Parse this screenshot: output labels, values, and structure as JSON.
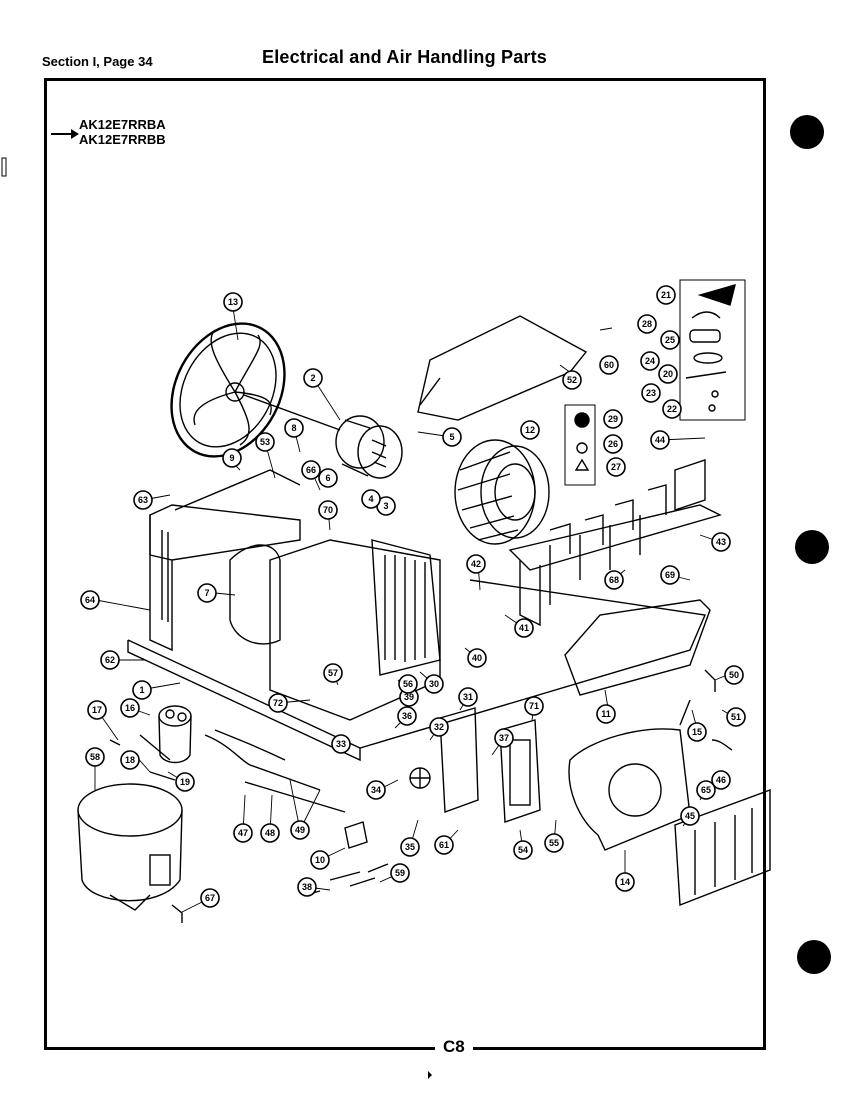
{
  "header": {
    "section": "Section I, Page 34",
    "title": "Electrical and Air Handling Parts"
  },
  "models": [
    "AK12E7RRBA",
    "AK12E7RRBB"
  ],
  "page_code": "C8",
  "callouts": [
    {
      "id": "c1",
      "label": "1"
    },
    {
      "id": "c2",
      "label": "2"
    },
    {
      "id": "c3",
      "label": "3"
    },
    {
      "id": "c4",
      "label": "4"
    },
    {
      "id": "c5",
      "label": "5"
    },
    {
      "id": "c6",
      "label": "6"
    },
    {
      "id": "c7",
      "label": "7"
    },
    {
      "id": "c8",
      "label": "8"
    },
    {
      "id": "c9",
      "label": "9"
    },
    {
      "id": "c10",
      "label": "10"
    },
    {
      "id": "c11",
      "label": "11"
    },
    {
      "id": "c12",
      "label": "12"
    },
    {
      "id": "c13",
      "label": "13"
    },
    {
      "id": "c14",
      "label": "14"
    },
    {
      "id": "c15",
      "label": "15"
    },
    {
      "id": "c16",
      "label": "16"
    },
    {
      "id": "c17",
      "label": "17"
    },
    {
      "id": "c18",
      "label": "18"
    },
    {
      "id": "c19",
      "label": "19"
    },
    {
      "id": "c20",
      "label": "20"
    },
    {
      "id": "c21",
      "label": "21"
    },
    {
      "id": "c22",
      "label": "22"
    },
    {
      "id": "c23",
      "label": "23"
    },
    {
      "id": "c24",
      "label": "24"
    },
    {
      "id": "c25",
      "label": "25"
    },
    {
      "id": "c26",
      "label": "26"
    },
    {
      "id": "c27",
      "label": "27"
    },
    {
      "id": "c28",
      "label": "28"
    },
    {
      "id": "c29",
      "label": "29"
    },
    {
      "id": "c30",
      "label": "30"
    },
    {
      "id": "c31",
      "label": "31"
    },
    {
      "id": "c32",
      "label": "32"
    },
    {
      "id": "c33",
      "label": "33"
    },
    {
      "id": "c34",
      "label": "34"
    },
    {
      "id": "c35",
      "label": "35"
    },
    {
      "id": "c36",
      "label": "36"
    },
    {
      "id": "c37",
      "label": "37"
    },
    {
      "id": "c38",
      "label": "38"
    },
    {
      "id": "c39",
      "label": "39"
    },
    {
      "id": "c40",
      "label": "40"
    },
    {
      "id": "c41",
      "label": "41"
    },
    {
      "id": "c42",
      "label": "42"
    },
    {
      "id": "c43",
      "label": "43"
    },
    {
      "id": "c44",
      "label": "44"
    },
    {
      "id": "c45",
      "label": "45"
    },
    {
      "id": "c46",
      "label": "46"
    },
    {
      "id": "c47",
      "label": "47"
    },
    {
      "id": "c48",
      "label": "48"
    },
    {
      "id": "c49",
      "label": "49"
    },
    {
      "id": "c50",
      "label": "50"
    },
    {
      "id": "c51",
      "label": "51"
    },
    {
      "id": "c52",
      "label": "52"
    },
    {
      "id": "c53",
      "label": "53"
    },
    {
      "id": "c54",
      "label": "54"
    },
    {
      "id": "c55",
      "label": "55"
    },
    {
      "id": "c56",
      "label": "56"
    },
    {
      "id": "c57",
      "label": "57"
    },
    {
      "id": "c58",
      "label": "58"
    },
    {
      "id": "c59",
      "label": "59"
    },
    {
      "id": "c60",
      "label": "60"
    },
    {
      "id": "c61",
      "label": "61"
    },
    {
      "id": "c62",
      "label": "62"
    },
    {
      "id": "c63",
      "label": "63"
    },
    {
      "id": "c64",
      "label": "64"
    },
    {
      "id": "c65",
      "label": "65"
    },
    {
      "id": "c66",
      "label": "66"
    },
    {
      "id": "c67",
      "label": "67"
    },
    {
      "id": "c68",
      "label": "68"
    },
    {
      "id": "c69",
      "label": "69"
    },
    {
      "id": "c70",
      "label": "70"
    },
    {
      "id": "c71",
      "label": "71"
    },
    {
      "id": "c72",
      "label": "72"
    }
  ]
}
